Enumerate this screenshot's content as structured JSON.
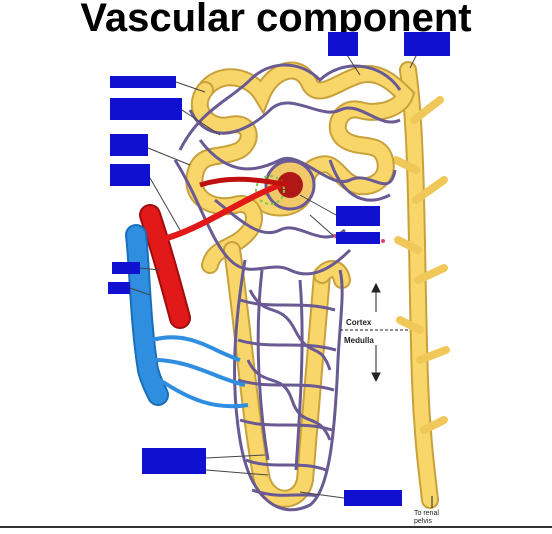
{
  "title": "Vascular component",
  "labels": {
    "cortex": "Cortex",
    "medulla": "Medulla",
    "to_renal_line1": "To renal",
    "to_renal_line2": "pelvis"
  },
  "colors": {
    "tubule": "#f9d66a",
    "tubule_outline": "#c9a13c",
    "capillary": "#6a5a93",
    "artery": "#e11919",
    "vein": "#2f8ee0",
    "label_box": "#1010d0"
  }
}
